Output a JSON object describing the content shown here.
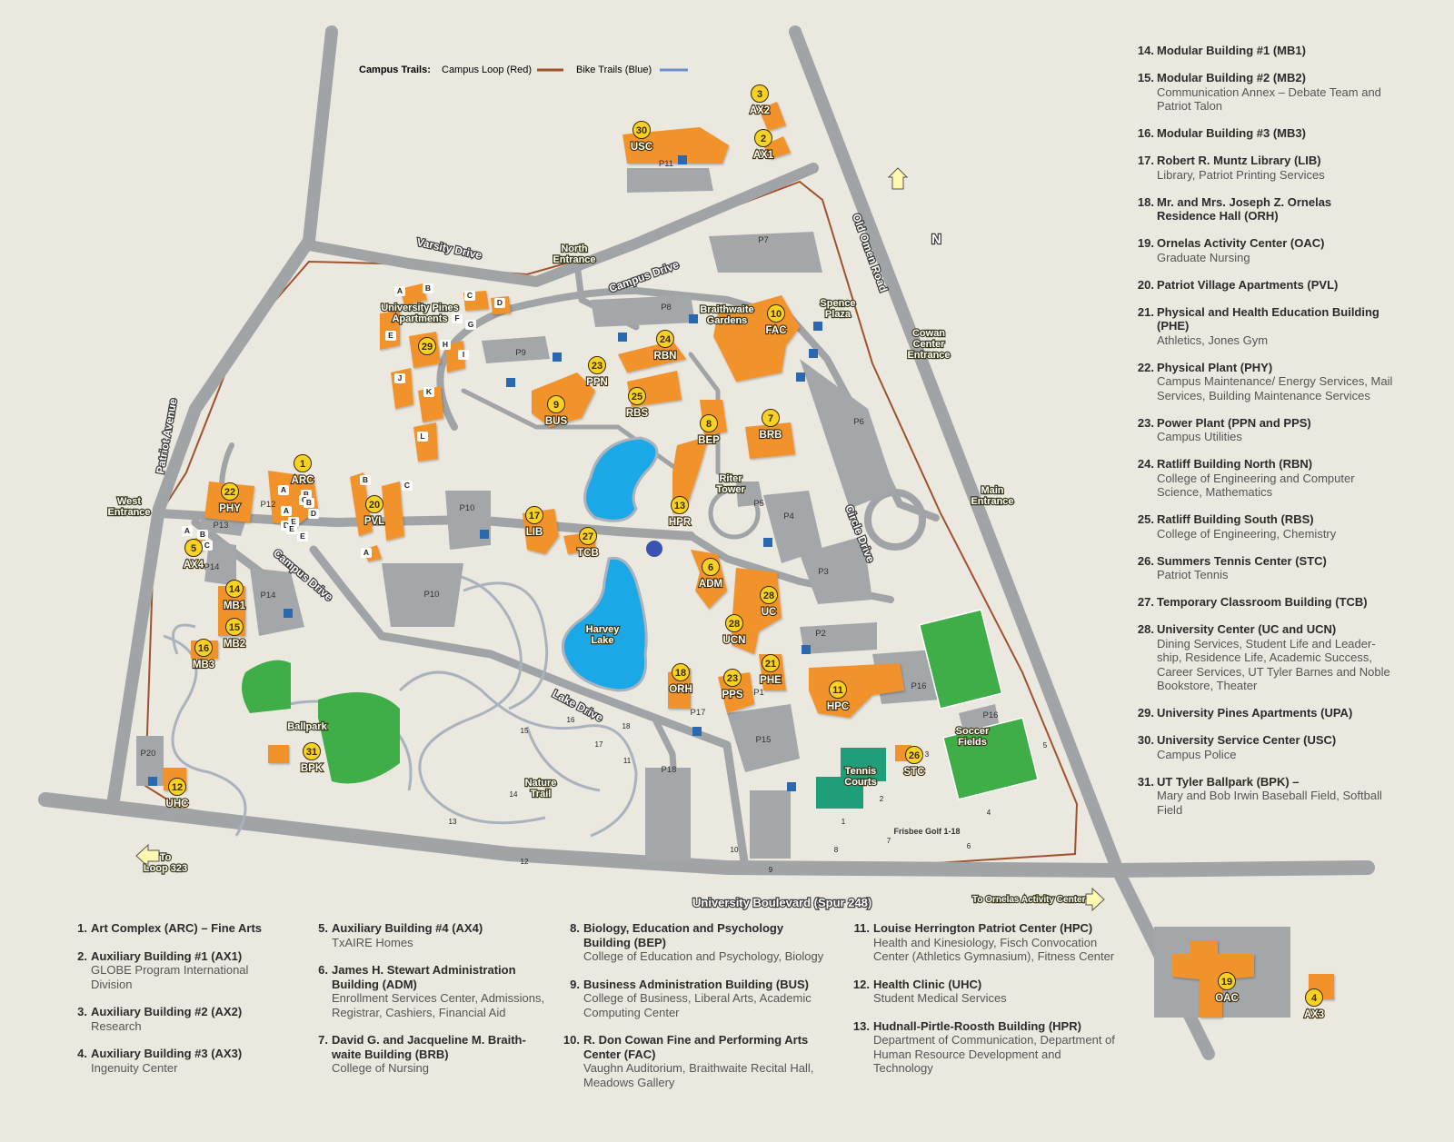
{
  "trails_legend": {
    "title": "Campus Trails:",
    "loop": "Campus Loop (Red)",
    "bike": "Bike Trails (Blue)",
    "loop_color": "#a0522d",
    "bike_color": "#6d8fd0"
  },
  "colors": {
    "background": "#ebe8e0",
    "building": "#f2922c",
    "road": "#9fa3a6",
    "parking": "#a4a7aa",
    "water": "#1aa9e6",
    "field": "#3fae49",
    "tennis": "#1f9e7a",
    "marker": "#f7d223"
  },
  "map_labels": {
    "north": "N",
    "varsity_drive": "Varsity Drive",
    "campus_drive_north": "Campus Drive",
    "campus_drive_west": "Campus Drive",
    "north_entrance": [
      "North",
      "Entrance"
    ],
    "old_omen_road": "Old Omen Road",
    "cowan_center_entrance": [
      "Cowan",
      "Center",
      "Entrance"
    ],
    "main_entrance": [
      "Main",
      "Entrance"
    ],
    "west_entrance": [
      "West",
      "Entrance"
    ],
    "patriot_avenue": "Patriot Avenue",
    "circle_drive": "Circle Drive",
    "lake_drive": "Lake Drive",
    "harvey_lake": [
      "Harvey",
      "Lake"
    ],
    "nature_trail": [
      "Nature",
      "Trail"
    ],
    "university_pines": [
      "University Pines",
      "Apartments"
    ],
    "braithwaite_gardens": [
      "Braithwaite",
      "Gardens"
    ],
    "spence_plaza": [
      "Spence",
      "Plaza"
    ],
    "riter_tower": [
      "Riter",
      "Tower"
    ],
    "ballpark": "Ballpark",
    "tennis_courts": [
      "Tennis",
      "Courts"
    ],
    "soccer_fields": [
      "Soccer",
      "Fields"
    ],
    "frisbee_golf": "Frisbee Golf 1-18",
    "university_boulevard": "University Boulevard (Spur 248)",
    "to_loop": [
      "To",
      "Loop 323"
    ],
    "to_ornelas": "To Ornelas Activity Center"
  },
  "parking_lots": [
    "P1",
    "P2",
    "P3",
    "P4",
    "P5",
    "P6",
    "P7",
    "P8",
    "P9",
    "P10",
    "P10",
    "P11",
    "P12",
    "P13",
    "P14",
    "P14",
    "P15",
    "P16",
    "P16",
    "P17",
    "P18",
    "P20"
  ],
  "frisbee_holes": [
    "1",
    "2",
    "3",
    "4",
    "5",
    "6",
    "7",
    "8",
    "9",
    "10",
    "11",
    "12",
    "13",
    "14",
    "15",
    "16",
    "17",
    "18"
  ],
  "sub_letters": [
    "A",
    "B",
    "C",
    "D",
    "E",
    "F",
    "G",
    "H",
    "I",
    "J",
    "K",
    "L",
    "A",
    "B",
    "C",
    "D",
    "E",
    "A",
    "B",
    "C",
    "D",
    "E",
    "A",
    "B",
    "C",
    "A",
    "B",
    "E"
  ],
  "buildings": [
    {
      "num": "1",
      "code": "ARC"
    },
    {
      "num": "2",
      "code": "AX1"
    },
    {
      "num": "3",
      "code": "AX2"
    },
    {
      "num": "4",
      "code": "AX3"
    },
    {
      "num": "5",
      "code": "AX4"
    },
    {
      "num": "6",
      "code": "ADM"
    },
    {
      "num": "7",
      "code": "BRB"
    },
    {
      "num": "8",
      "code": "BEP"
    },
    {
      "num": "9",
      "code": "BUS"
    },
    {
      "num": "10",
      "code": "FAC"
    },
    {
      "num": "11",
      "code": "HPC"
    },
    {
      "num": "12",
      "code": "UHC"
    },
    {
      "num": "13",
      "code": "HPR"
    },
    {
      "num": "14",
      "code": "MB1"
    },
    {
      "num": "15",
      "code": "MB2"
    },
    {
      "num": "16",
      "code": "MB3"
    },
    {
      "num": "17",
      "code": "LIB"
    },
    {
      "num": "19",
      "code": "OAC"
    },
    {
      "num": "20",
      "code": "PVL"
    },
    {
      "num": "21",
      "code": "PHE"
    },
    {
      "num": "22",
      "code": "PHY"
    },
    {
      "num": "23",
      "code": "PPN"
    },
    {
      "num": "23",
      "code": "PPS"
    },
    {
      "num": "24",
      "code": "RBN"
    },
    {
      "num": "25",
      "code": "RBS"
    },
    {
      "num": "26",
      "code": "STC"
    },
    {
      "num": "27",
      "code": "TCB"
    },
    {
      "num": "28",
      "code": "UC"
    },
    {
      "num": "28",
      "code": "UCN"
    },
    {
      "num": "29",
      "code": ""
    },
    {
      "num": "30",
      "code": "USC"
    },
    {
      "num": "31",
      "code": "BPK"
    },
    {
      "num": "18",
      "code": "ORH"
    }
  ],
  "legend": [
    {
      "num": "1.",
      "name": "Art Complex (ARC) – Fine Arts",
      "desc": ""
    },
    {
      "num": "2.",
      "name": "Auxiliary Building #1 (AX1)",
      "desc": "GLOBE Program International Division"
    },
    {
      "num": "3.",
      "name": "Auxiliary Building #2 (AX2)",
      "desc": "Research"
    },
    {
      "num": "4.",
      "name": "Auxiliary Building #3 (AX3)",
      "desc": "Ingenuity Center"
    },
    {
      "num": "5.",
      "name": "Auxiliary Building #4 (AX4)",
      "desc": "TxAIRE Homes"
    },
    {
      "num": "6.",
      "name": "James H. Stewart Administration Building (ADM)",
      "desc": "Enrollment Services Center, Admissions, Registrar, Cashiers, Financial Aid"
    },
    {
      "num": "7.",
      "name": "David G. and Jacqueline M. Braith-waite Building (BRB)",
      "desc": "College of Nursing"
    },
    {
      "num": "8.",
      "name": "Biology, Education and Psychology Building (BEP)",
      "desc": "College of Education and Psychology, Biology"
    },
    {
      "num": "9.",
      "name": "Business Administration Building (BUS)",
      "desc": "College of Business, Liberal Arts, Academic Computing Center"
    },
    {
      "num": "10.",
      "name": "R. Don Cowan Fine and Performing Arts Center (FAC)",
      "desc": "Vaughn Auditorium, Braithwaite Recital Hall, Meadows Gallery"
    },
    {
      "num": "11.",
      "name": "Louise Herrington Patriot Center (HPC)",
      "desc": "Health and Kinesiology, Fisch Convocation Center (Athletics Gymnasium), Fitness Center"
    },
    {
      "num": "12.",
      "name": "Health Clinic (UHC)",
      "desc": "Student Medical Services"
    },
    {
      "num": "13.",
      "name": "Hudnall-Pirtle-Roosth Building (HPR)",
      "desc": "Department of Communication, Department of Human Resource Development and Technology"
    },
    {
      "num": "14.",
      "name": "Modular Building #1 (MB1)",
      "desc": ""
    },
    {
      "num": "15.",
      "name": "Modular Building #2 (MB2)",
      "desc": "Communication Annex – Debate Team and Patriot Talon"
    },
    {
      "num": "16.",
      "name": "Modular Building #3 (MB3)",
      "desc": ""
    },
    {
      "num": "17.",
      "name": "Robert R. Muntz Library (LIB)",
      "desc": "Library, Patriot Printing Services"
    },
    {
      "num": "18.",
      "name": "Mr. and Mrs. Joseph Z. Ornelas Residence Hall (ORH)",
      "desc": ""
    },
    {
      "num": "19.",
      "name": "Ornelas Activity Center (OAC)",
      "desc": "Graduate Nursing"
    },
    {
      "num": "20.",
      "name": "Patriot Village Apartments (PVL)",
      "desc": ""
    },
    {
      "num": "21.",
      "name": "Physical and Health Education Building (PHE)",
      "desc": "Athletics, Jones Gym"
    },
    {
      "num": "22.",
      "name": "Physical Plant (PHY)",
      "desc": "Campus Maintenance/ Energy Services, Mail Services, Building Maintenance Services"
    },
    {
      "num": "23.",
      "name": "Power Plant (PPN and PPS)",
      "desc": "Campus Utilities"
    },
    {
      "num": "24.",
      "name": "Ratliff Building North (RBN)",
      "desc": "College of Engineering and Computer Science, Mathematics"
    },
    {
      "num": "25.",
      "name": "Ratliff Building South (RBS)",
      "desc": "College of Engineering, Chemistry"
    },
    {
      "num": "26.",
      "name": "Summers Tennis Center (STC)",
      "desc": "Patriot Tennis"
    },
    {
      "num": "27.",
      "name": "Temporary Classroom Building (TCB)",
      "desc": ""
    },
    {
      "num": "28.",
      "name": "University Center (UC and UCN)",
      "desc": "Dining Services, Student Life and Leader-ship, Residence Life, Academic Success, Career Services, UT Tyler Barnes and Noble Bookstore, Theater"
    },
    {
      "num": "29.",
      "name": "University Pines Apartments (UPA)",
      "desc": ""
    },
    {
      "num": "30.",
      "name": "University Service Center (USC)",
      "desc": "Campus Police"
    },
    {
      "num": "31.",
      "name": "UT Tyler Ballpark (BPK) –",
      "desc": "Mary and Bob Irwin Baseball Field, Softball Field"
    }
  ]
}
